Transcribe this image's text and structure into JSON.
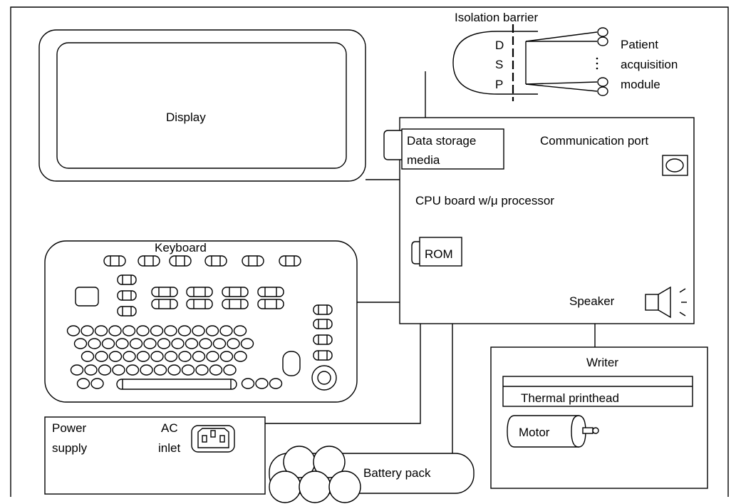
{
  "labels": {
    "isolation_barrier": "Isolation barrier",
    "dsp_d": "D",
    "dsp_s": "S",
    "dsp_p": "P",
    "patient_line1": "Patient",
    "patient_line2": "acquisition",
    "patient_line3": "module",
    "display": "Display",
    "data_storage_line1": "Data storage",
    "data_storage_line2": "media",
    "communication_port": "Communication port",
    "cpu_board": "CPU board w/μ processor",
    "rom": "ROM",
    "speaker": "Speaker",
    "keyboard": "Keyboard",
    "writer": "Writer",
    "thermal_printhead": "Thermal printhead",
    "motor": "Motor",
    "power_supply_line1": "Power",
    "power_supply_line2": "supply",
    "ac_inlet_line1": "AC",
    "ac_inlet_line2": "inlet",
    "battery_pack": "Battery pack"
  }
}
